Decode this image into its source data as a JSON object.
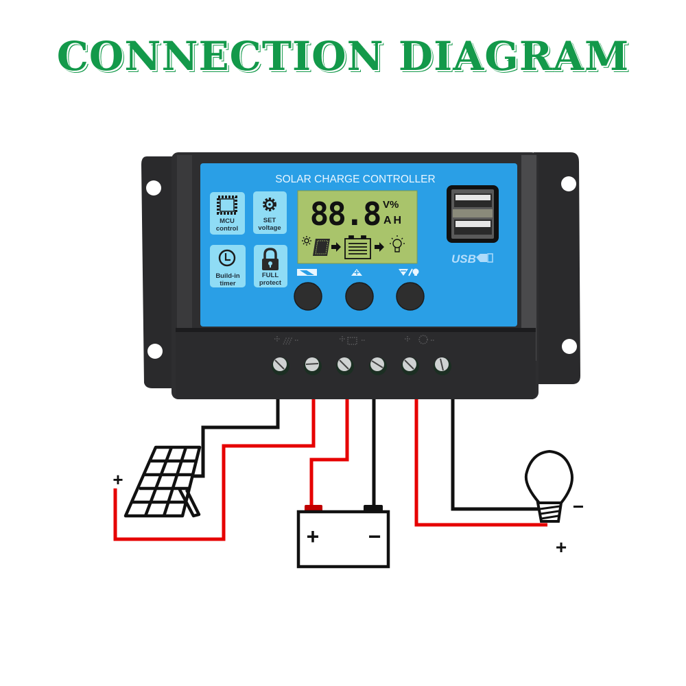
{
  "title": "CONNECTION DIAGRAM",
  "controller": {
    "panel_title": "SOLAR CHARGE CONTROLLER",
    "features": [
      {
        "icon": "chip-icon",
        "line1": "MCU",
        "line2": "control"
      },
      {
        "icon": "gear-icon",
        "line1": "SET",
        "line2": "voltage"
      },
      {
        "icon": "clock-icon",
        "line1": "Build-in",
        "line2": "timer"
      },
      {
        "icon": "lock-icon",
        "line1": "FULL",
        "line2": "protect"
      }
    ],
    "lcd": {
      "digits": "88.8",
      "unit_top": "V%",
      "unit_bottom": "AH",
      "flow_icons": [
        "sun-icon",
        "solar-panel-icon",
        "arrow-right-icon",
        "battery-icon",
        "arrow-right-icon",
        "bulb-icon"
      ]
    },
    "buttons": [
      {
        "name": "menu-button",
        "icon": "menu-icon"
      },
      {
        "name": "up-plus-button",
        "icon": "triangle-up-plus-icon"
      },
      {
        "name": "down-minus-load-button",
        "icon": "triangle-down-minus-bulb-icon"
      }
    ],
    "usb_label": "USB",
    "terminal_groups": [
      "+ / solar -",
      "+ battery -",
      "+ load -"
    ],
    "terminal_count": 6
  },
  "components": {
    "solar_panel": {
      "plus": "+"
    },
    "battery": {
      "plus": "+",
      "minus": "−"
    },
    "bulb": {
      "plus": "+",
      "minus": "−"
    }
  },
  "colors": {
    "title_green": "#13994a",
    "panel_blue": "#2a9fe6",
    "feature_tile": "#8fdcf5",
    "lcd_green": "#a9c46b",
    "housing": "#2b2b2d",
    "wire_red": "#e60000",
    "wire_black": "#111111"
  }
}
